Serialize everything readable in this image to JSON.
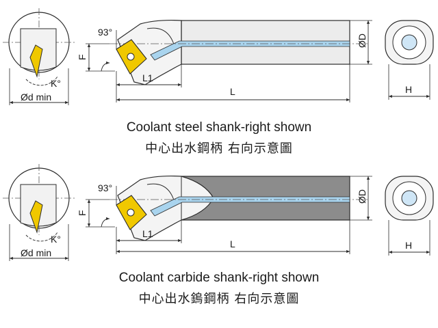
{
  "colors": {
    "line": "#2b2b2b",
    "insert": "#f0c800",
    "coolant": "#a9d4ee",
    "steel_shank": "#ececec",
    "carbide_shank": "#8c8c8c",
    "bore_fill": "#ffffff",
    "hub": "#cfe6f6"
  },
  "icons": {
    "insert": "rhombic-insert-icon",
    "screw": "insert-screw-icon"
  },
  "diagrams": [
    {
      "id": "steel",
      "labels": {
        "angle": "93°",
        "f": "F",
        "l1": "L1",
        "l": "L",
        "d_outer": "ØD",
        "h": "H",
        "k": "K°",
        "d_min": "Ød min"
      },
      "caption_en": "Coolant steel shank-right shown",
      "caption_zh": "中心出水鋼柄  右向示意圖"
    },
    {
      "id": "carbide",
      "labels": {
        "angle": "93°",
        "f": "F",
        "l1": "L1",
        "l": "L",
        "d_outer": "ØD",
        "h": "H",
        "k": "K°",
        "d_min": "Ød min"
      },
      "caption_en": "Coolant carbide shank-right shown",
      "caption_zh": "中心出水鎢鋼柄  右向示意圖"
    }
  ]
}
